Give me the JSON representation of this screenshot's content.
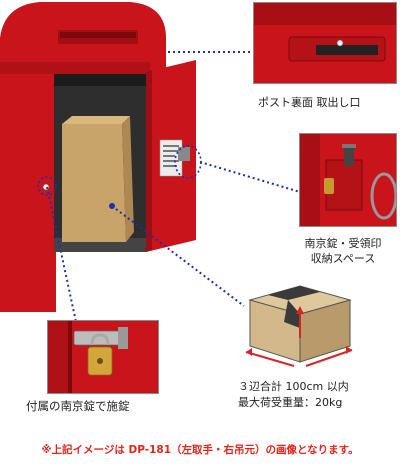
{
  "captions": {
    "back_slot": "ポスト裏面 取出し口",
    "padlock_storage_line1": "南京錠・受領印",
    "padlock_storage_line2": "収納スペース",
    "padlock_included": "付属の南京錠で施錠",
    "box_size_line1": "３辺合計 100cm 以内",
    "box_size_line2": "最大荷受重量：20kg"
  },
  "footer_note": "※上記イメージは DP-181（左取手・右吊元）の画像となります。",
  "colors": {
    "post_red": "#c8141a",
    "accent_blue": "#1f2fa8",
    "note_red": "#e2261c"
  }
}
